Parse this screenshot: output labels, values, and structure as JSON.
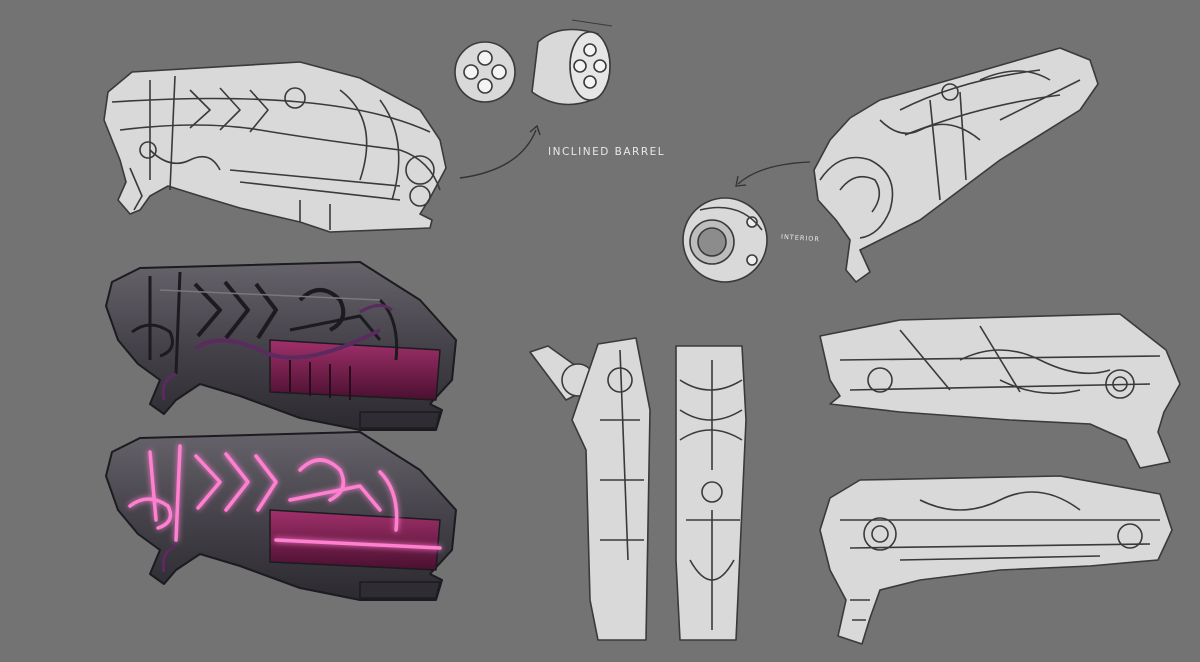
{
  "annotations": {
    "inclined_barrel": "INCLINED BARREL",
    "interior": "INTERIOR"
  },
  "colors": {
    "background": "#737373",
    "sketch_fill": "#d9d9d9",
    "sketch_line": "#3a3a3a",
    "dark_stone": "#3d3b41",
    "dark_stone_light": "#5a575f",
    "magenta": "#7a1f4e",
    "glow_pink": "#ff7fd0",
    "thorn_purple": "#5b2a5e"
  },
  "icons": [
    "curved-arrow",
    "cylinder-sketch",
    "sphere-sketch"
  ]
}
